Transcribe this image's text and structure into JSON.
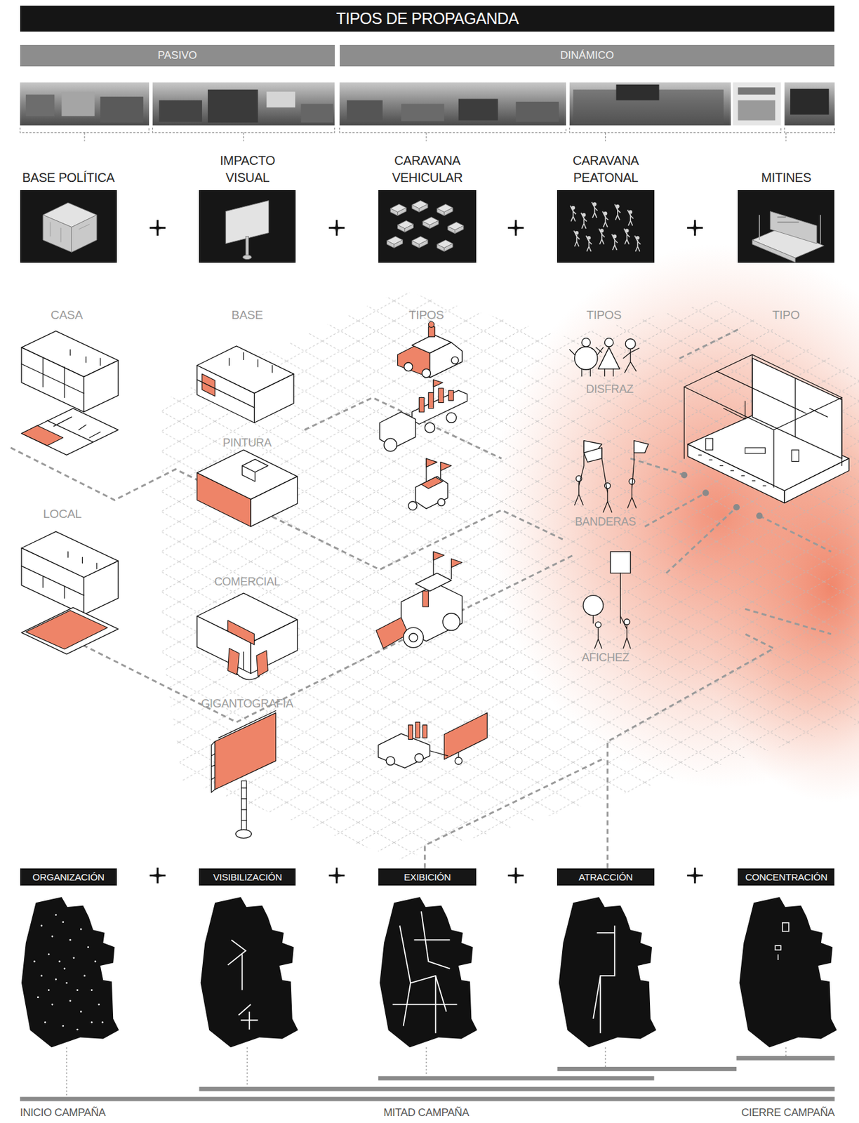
{
  "diagram": {
    "title": "TIPOS DE PROPAGANDA",
    "nodes": [
      {
        "text": [
          "PASIVO"
        ]
      },
      {
        "text": [
          "DINÁMICO"
        ]
      },
      {
        "text": [
          "BASE POLÍTICA"
        ]
      },
      {
        "text": [
          "IMPACTO VISUAL"
        ]
      },
      {
        "text": [
          "CARAVANA VEHICULAR"
        ]
      },
      {
        "text": [
          "CARAVANA PEATONAL"
        ]
      },
      {
        "text": [
          "MITINES"
        ]
      },
      {
        "text": [
          "ORGANIZACIÓN"
        ]
      },
      {
        "text": [
          "VISIBILIZACIÓN"
        ]
      },
      {
        "text": [
          "EXIBICIÓN"
        ]
      },
      {
        "text": [
          "ATRACCIÓN"
        ]
      },
      {
        "text": [
          "CONCENTRACIÓN"
        ]
      }
    ],
    "labels": [
      "CASA",
      "BASE",
      "TIPOS",
      "TIPOS",
      "TIPO",
      "DISFRAZ",
      "PINTURA",
      "BANDERAS",
      "LOCAL",
      "COMERCIAL",
      "AFICHEZ",
      "GIGANTOGRAFÍA",
      "INICIO CAMPAÑA",
      "MITAD CAMPAÑA",
      "CIERRE CAMPAÑA"
    ]
  }
}
